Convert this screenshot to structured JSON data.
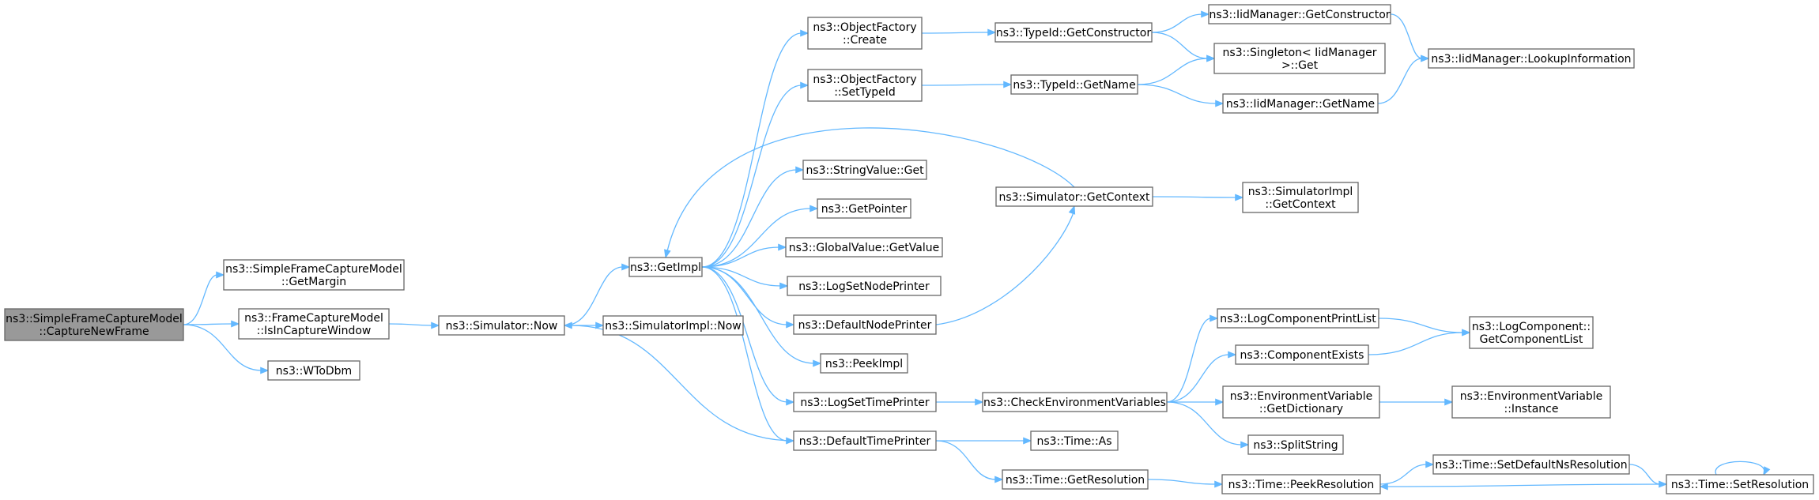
{
  "nodes": [
    {
      "id": "root",
      "lines": [
        "ns3::SimpleFrameCaptureModel",
        "::CaptureNewFrame"
      ],
      "root": true
    },
    {
      "id": "getmargin",
      "lines": [
        "ns3::SimpleFrameCaptureModel",
        "::GetMargin"
      ]
    },
    {
      "id": "isincapture",
      "lines": [
        "ns3::FrameCaptureModel",
        "::IsInCaptureWindow"
      ]
    },
    {
      "id": "wtodbm",
      "lines": [
        "ns3::WToDbm"
      ]
    },
    {
      "id": "simnow",
      "lines": [
        "ns3::Simulator::Now"
      ]
    },
    {
      "id": "simimplnow",
      "lines": [
        "ns3::SimulatorImpl::Now"
      ]
    },
    {
      "id": "getimpl",
      "lines": [
        "ns3::GetImpl"
      ]
    },
    {
      "id": "ofcreate",
      "lines": [
        "ns3::ObjectFactory",
        "::Create"
      ]
    },
    {
      "id": "ofsettypeid",
      "lines": [
        "ns3::ObjectFactory",
        "::SetTypeId"
      ]
    },
    {
      "id": "stringvalueget",
      "lines": [
        "ns3::StringValue::Get"
      ]
    },
    {
      "id": "getpointer",
      "lines": [
        "ns3::GetPointer"
      ]
    },
    {
      "id": "globalvalue",
      "lines": [
        "ns3::GlobalValue::GetValue"
      ]
    },
    {
      "id": "logsetnode",
      "lines": [
        "ns3::LogSetNodePrinter"
      ]
    },
    {
      "id": "defaultnode",
      "lines": [
        "ns3::DefaultNodePrinter"
      ]
    },
    {
      "id": "peekimpl",
      "lines": [
        "ns3::PeekImpl"
      ]
    },
    {
      "id": "logsettime",
      "lines": [
        "ns3::LogSetTimePrinter"
      ]
    },
    {
      "id": "defaulttime",
      "lines": [
        "ns3::DefaultTimePrinter"
      ]
    },
    {
      "id": "typeidgetctor",
      "lines": [
        "ns3::TypeId::GetConstructor"
      ]
    },
    {
      "id": "typeidgetname",
      "lines": [
        "ns3::TypeId::GetName"
      ]
    },
    {
      "id": "simgetcontext",
      "lines": [
        "ns3::Simulator::GetContext"
      ]
    },
    {
      "id": "checkenv",
      "lines": [
        "ns3::CheckEnvironmentVariables"
      ]
    },
    {
      "id": "timeas",
      "lines": [
        "ns3::Time::As"
      ]
    },
    {
      "id": "timegetres",
      "lines": [
        "ns3::Time::GetResolution"
      ]
    },
    {
      "id": "iidgetctor",
      "lines": [
        "ns3::IidManager::GetConstructor"
      ]
    },
    {
      "id": "singletonget",
      "lines": [
        "ns3::Singleton< IidManager",
        " >::Get"
      ]
    },
    {
      "id": "iidgetname",
      "lines": [
        "ns3::IidManager::GetName"
      ]
    },
    {
      "id": "simimplgetctx",
      "lines": [
        "ns3::SimulatorImpl",
        "::GetContext"
      ]
    },
    {
      "id": "logcompprint",
      "lines": [
        "ns3::LogComponentPrintList"
      ]
    },
    {
      "id": "compexists",
      "lines": [
        "ns3::ComponentExists"
      ]
    },
    {
      "id": "envgetdict",
      "lines": [
        "ns3::EnvironmentVariable",
        "::GetDictionary"
      ]
    },
    {
      "id": "splitstring",
      "lines": [
        "ns3::SplitString"
      ]
    },
    {
      "id": "peekres",
      "lines": [
        "ns3::Time::PeekResolution"
      ]
    },
    {
      "id": "iidlookup",
      "lines": [
        "ns3::IidManager::LookupInformation"
      ]
    },
    {
      "id": "logcomplist",
      "lines": [
        "ns3::LogComponent::",
        "GetComponentList"
      ]
    },
    {
      "id": "envinstance",
      "lines": [
        "ns3::EnvironmentVariable",
        "::Instance"
      ]
    },
    {
      "id": "setdefaultns",
      "lines": [
        "ns3::Time::SetDefaultNsResolution"
      ]
    },
    {
      "id": "setres",
      "lines": [
        "ns3::Time::SetResolution"
      ]
    }
  ],
  "edges": [
    [
      "root",
      "getmargin"
    ],
    [
      "root",
      "isincapture"
    ],
    [
      "root",
      "wtodbm"
    ],
    [
      "isincapture",
      "simnow"
    ],
    [
      "simnow",
      "simimplnow"
    ],
    [
      "simnow",
      "getimpl"
    ],
    [
      "getimpl",
      "ofcreate"
    ],
    [
      "getimpl",
      "ofsettypeid"
    ],
    [
      "getimpl",
      "stringvalueget"
    ],
    [
      "getimpl",
      "getpointer"
    ],
    [
      "getimpl",
      "globalvalue"
    ],
    [
      "getimpl",
      "logsetnode"
    ],
    [
      "getimpl",
      "defaultnode"
    ],
    [
      "getimpl",
      "peekimpl"
    ],
    [
      "getimpl",
      "logsettime"
    ],
    [
      "getimpl",
      "defaulttime"
    ],
    [
      "ofcreate",
      "typeidgetctor"
    ],
    [
      "ofsettypeid",
      "typeidgetname"
    ],
    [
      "typeidgetctor",
      "iidgetctor"
    ],
    [
      "typeidgetctor",
      "singletonget"
    ],
    [
      "typeidgetname",
      "singletonget"
    ],
    [
      "typeidgetname",
      "iidgetname"
    ],
    [
      "iidgetctor",
      "iidlookup"
    ],
    [
      "iidgetname",
      "iidlookup"
    ],
    [
      "simgetcontext",
      "getimpl"
    ],
    [
      "simgetcontext",
      "simimplgetctx"
    ],
    [
      "defaultnode",
      "simgetcontext"
    ],
    [
      "logsettime",
      "checkenv"
    ],
    [
      "defaulttime",
      "simnow"
    ],
    [
      "defaulttime",
      "timeas"
    ],
    [
      "defaulttime",
      "timegetres"
    ],
    [
      "checkenv",
      "logcompprint"
    ],
    [
      "checkenv",
      "compexists"
    ],
    [
      "checkenv",
      "envgetdict"
    ],
    [
      "checkenv",
      "splitstring"
    ],
    [
      "logcompprint",
      "logcomplist"
    ],
    [
      "compexists",
      "logcomplist"
    ],
    [
      "envgetdict",
      "envinstance"
    ],
    [
      "timegetres",
      "peekres"
    ],
    [
      "peekres",
      "setdefaultns"
    ],
    [
      "setdefaultns",
      "setres"
    ],
    [
      "setres",
      "peekres"
    ],
    [
      "setres",
      "setres"
    ]
  ]
}
